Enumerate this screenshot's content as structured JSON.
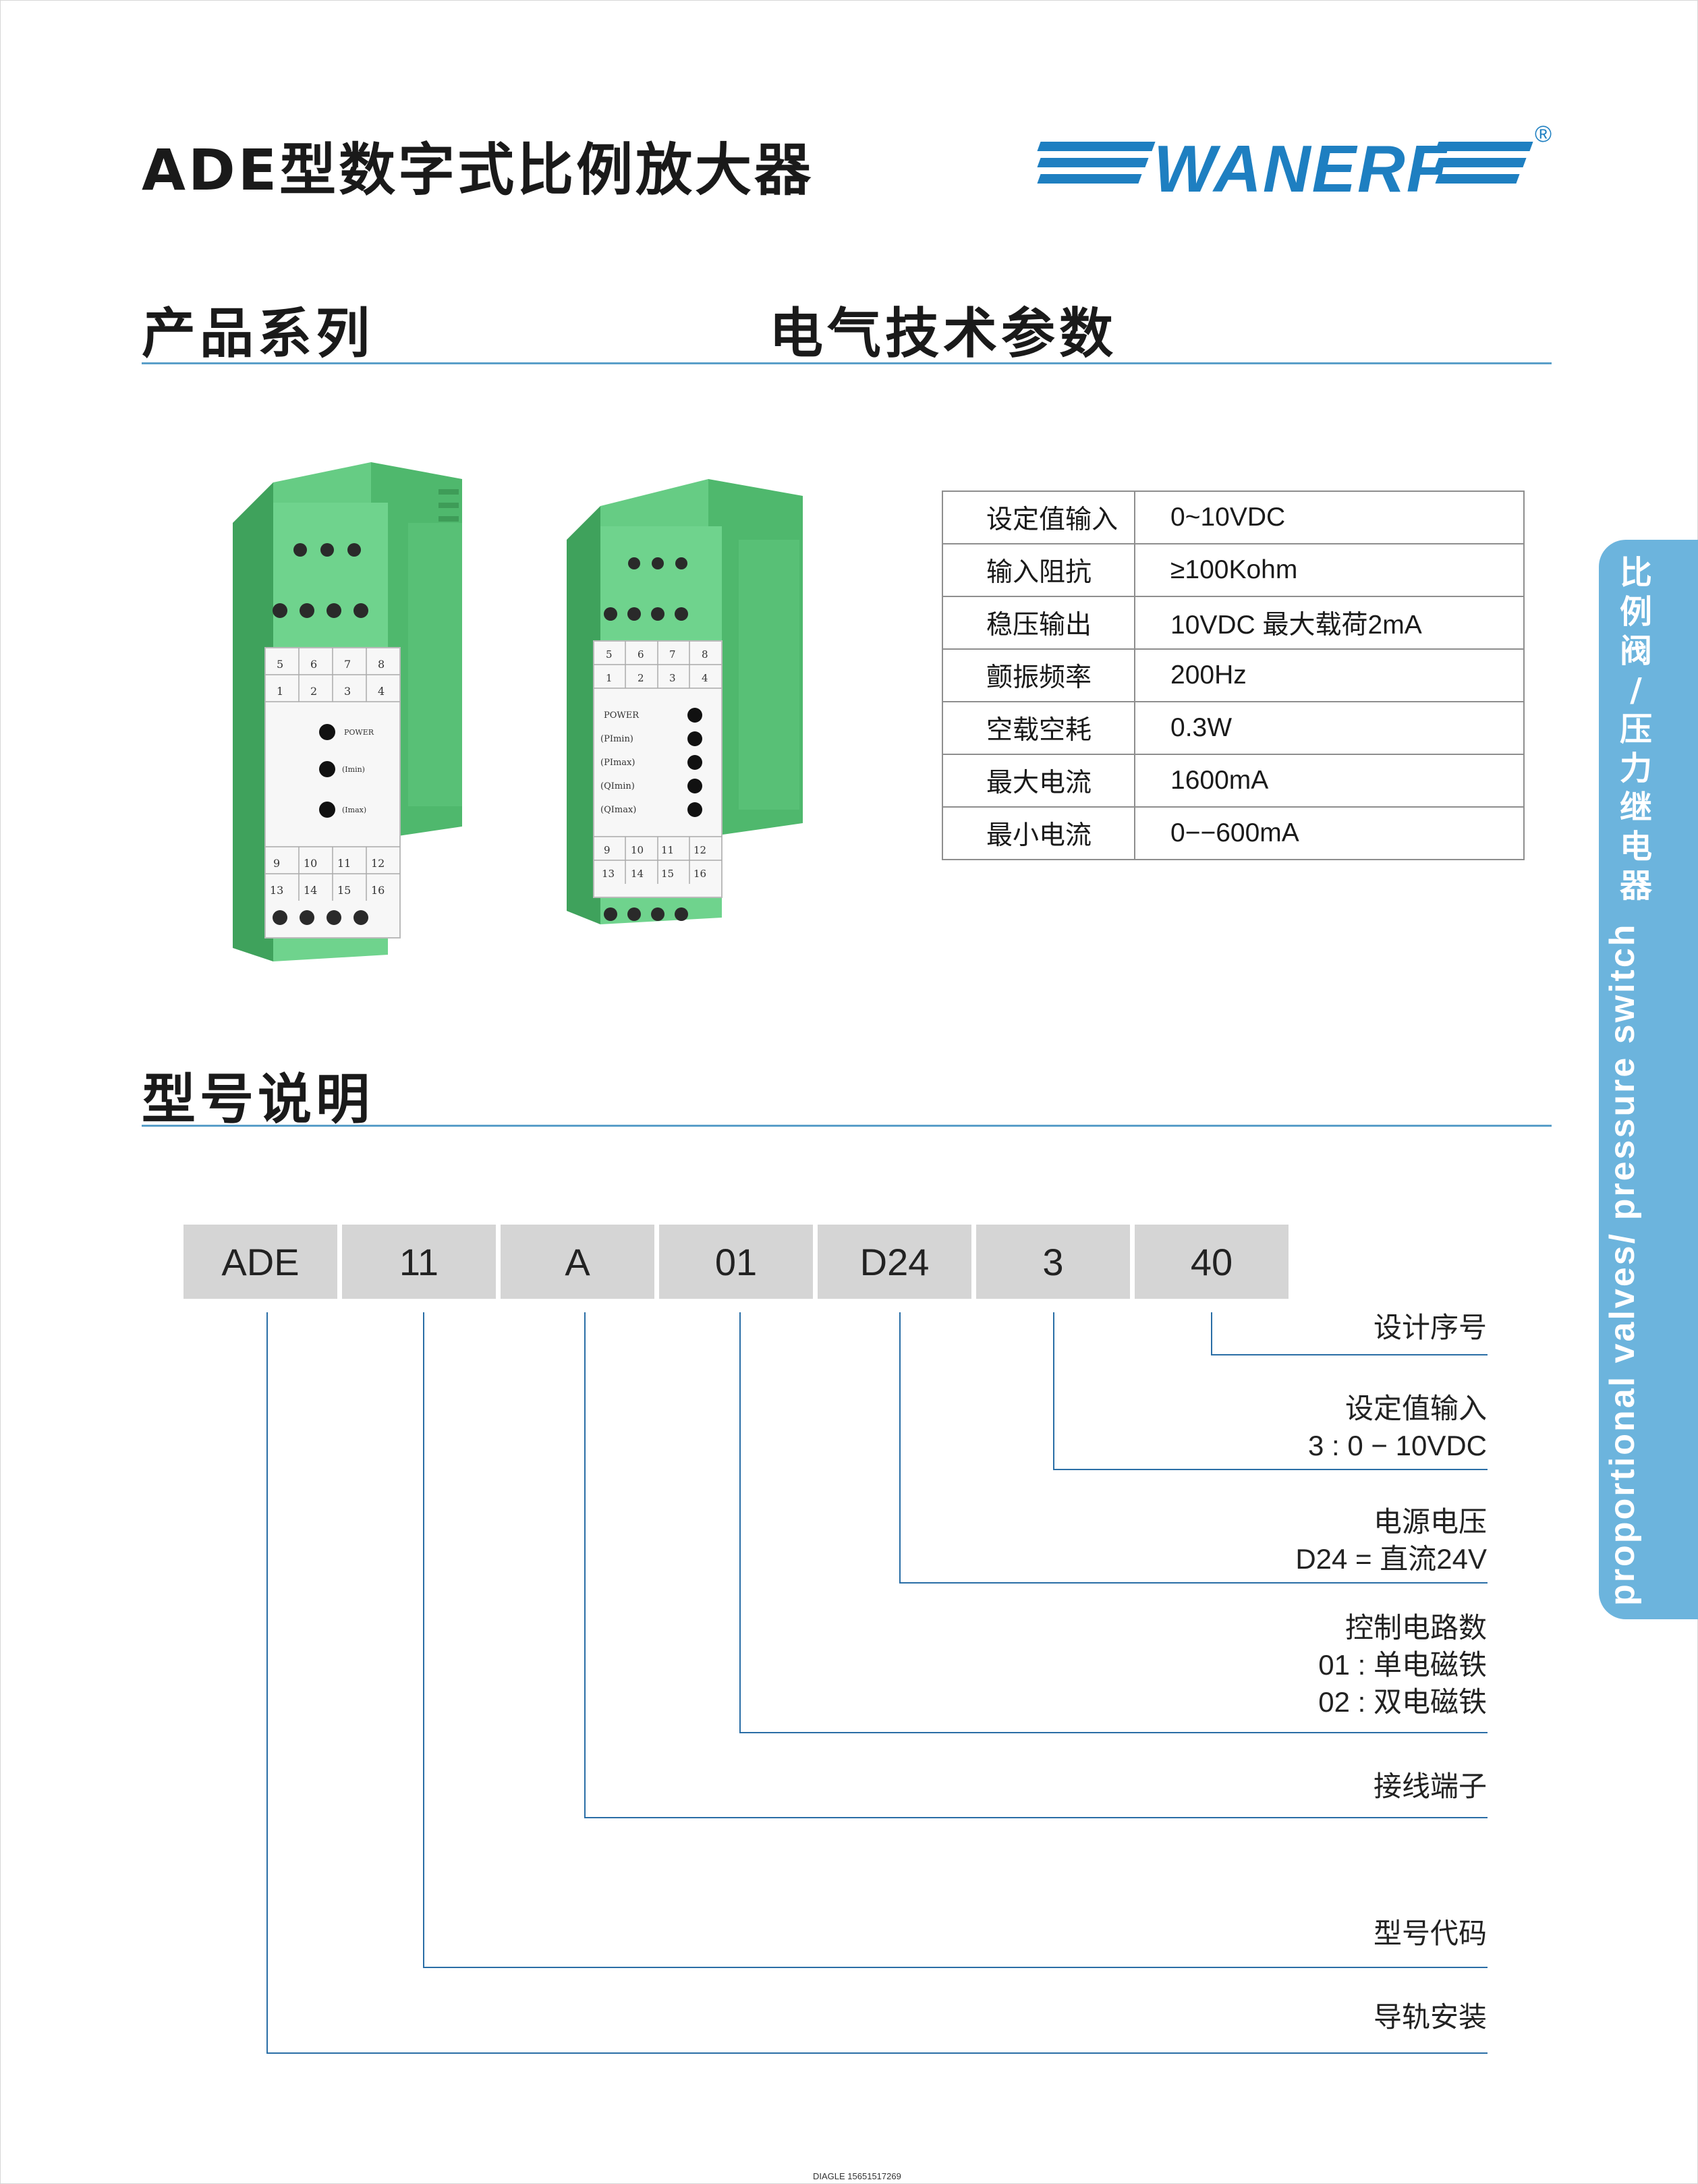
{
  "header": {
    "title": "ADE型数字式比例放大器",
    "logo_text": "WANERF",
    "logo_reg": "®"
  },
  "sections": {
    "series": "产品系列",
    "electrical": "电气技术参数",
    "model": "型号说明"
  },
  "parameters": [
    {
      "key": "设定值输入",
      "value": "0~10VDC"
    },
    {
      "key": "输入阻抗",
      "value": "≥100Kohm"
    },
    {
      "key": "稳压输出",
      "value": "10VDC 最大载荷2mA"
    },
    {
      "key": "颤振频率",
      "value": "200Hz"
    },
    {
      "key": "空载空耗",
      "value": "0.3W"
    },
    {
      "key": "最大电流",
      "value": "1600mA"
    },
    {
      "key": "最小电流",
      "value": "0−−600mA"
    }
  ],
  "model_code": [
    "ADE",
    "11",
    "A",
    "01",
    "D24",
    "3",
    "40"
  ],
  "legend": {
    "design": [
      "设计序号"
    ],
    "setpoint": [
      "设定值输入",
      "3 : 0 − 10VDC"
    ],
    "power": [
      "电源电压",
      "D24 = 直流24V"
    ],
    "circuits": [
      "控制电路数",
      "01 : 单电磁铁",
      "02 : 双电磁铁"
    ],
    "terminal": [
      "接线端子"
    ],
    "type_code": [
      "型号代码"
    ],
    "rail": [
      "导轨安装"
    ]
  },
  "product1": {
    "top_numbers": [
      "5",
      "6",
      "7",
      "8",
      "1",
      "2",
      "3",
      "4"
    ],
    "labels": [
      "POWER",
      "(Imin)",
      "(Imax)"
    ],
    "bottom_numbers": [
      "9",
      "10",
      "11",
      "12",
      "13",
      "14",
      "15",
      "16"
    ]
  },
  "product2": {
    "top_numbers": [
      "5",
      "6",
      "7",
      "8",
      "1",
      "2",
      "3",
      "4"
    ],
    "labels": [
      "POWER",
      "(PImin)",
      "(PImax)",
      "(QImin)",
      "(QImax)"
    ],
    "bottom_numbers": [
      "9",
      "10",
      "11",
      "12",
      "13",
      "14",
      "15",
      "16"
    ]
  },
  "side_tab": {
    "cn": [
      "比",
      "例",
      "阀",
      "/",
      "压",
      "力",
      "继",
      "电",
      "器"
    ],
    "en": "proportional valves/ pressure switch"
  },
  "footer": "DIAGLE 15651517269",
  "colors": {
    "brand_blue": "#1e7fc1",
    "rule_blue": "#5a9fc9",
    "tab_blue": "#6cb4dd",
    "box_grey": "#d5d5d5",
    "module_green": "#5ec77e"
  }
}
